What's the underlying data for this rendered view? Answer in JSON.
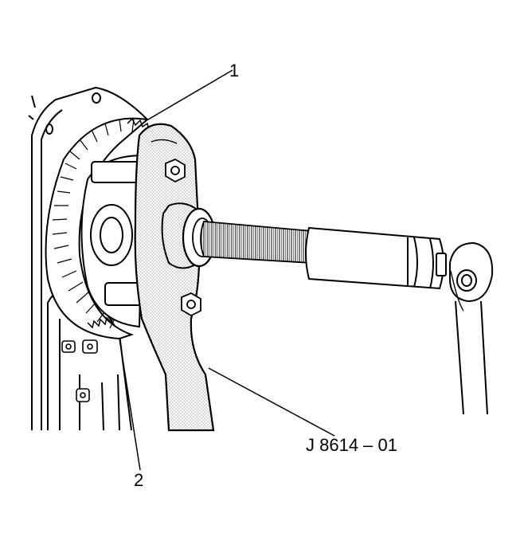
{
  "figure": {
    "callouts": [
      {
        "id": "1",
        "text": "1"
      },
      {
        "id": "2",
        "text": "2"
      }
    ],
    "tool_label": "J 8614 – 01",
    "colors": {
      "ink": "#000000",
      "paper": "#ffffff",
      "stipple": "#c8c8c8"
    }
  }
}
